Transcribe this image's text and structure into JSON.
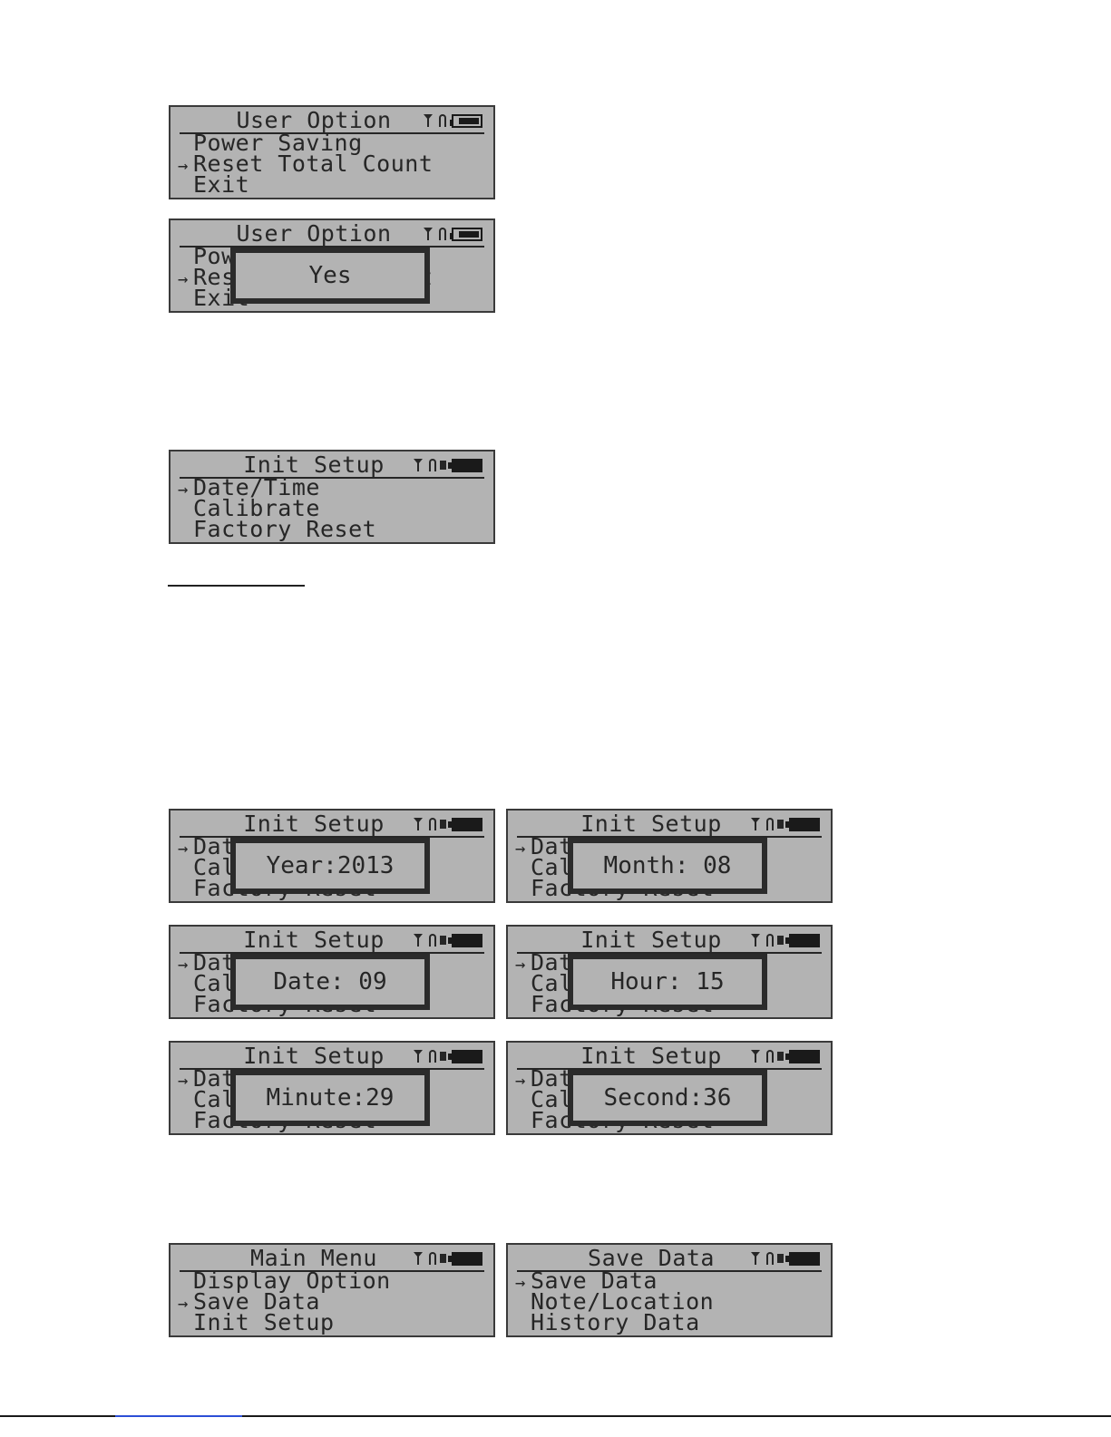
{
  "screens": [
    {
      "title": "User Option",
      "battery": "partial",
      "items": [
        "Power Saving",
        "Reset Total Count",
        "Exit"
      ],
      "selected": 1,
      "popup": ""
    },
    {
      "title": "User Option",
      "battery": "partial",
      "items": [
        "Power Saving",
        "Reset Total Count",
        "Exit"
      ],
      "selected": 1,
      "popup": "Yes"
    },
    {
      "title": "Init Setup",
      "battery": "full",
      "items": [
        "Date/Time",
        "Calibrate",
        "Factory Reset"
      ],
      "selected": 0,
      "popup": ""
    },
    {
      "title": "Init Setup",
      "battery": "full",
      "items": [
        "Date/Time",
        "Calibrate",
        "Factory Reset"
      ],
      "selected": 0,
      "popup": "Year:2013"
    },
    {
      "title": "Init Setup",
      "battery": "full",
      "items": [
        "Date/Time",
        "Calibrate",
        "Factory Reset"
      ],
      "selected": 0,
      "popup": "Month: 08"
    },
    {
      "title": "Init Setup",
      "battery": "full",
      "items": [
        "Date/Time",
        "Calibrate",
        "Factory Reset"
      ],
      "selected": 0,
      "popup": "Date: 09"
    },
    {
      "title": "Init Setup",
      "battery": "full",
      "items": [
        "Date/Time",
        "Calibrate",
        "Factory Reset"
      ],
      "selected": 0,
      "popup": "Hour: 15"
    },
    {
      "title": "Init Setup",
      "battery": "full",
      "items": [
        "Date/Time",
        "Calibrate",
        "Factory Reset"
      ],
      "selected": 0,
      "popup": "Minute:29"
    },
    {
      "title": "Init Setup",
      "battery": "full",
      "items": [
        "Date/Time",
        "Calibrate",
        "Factory Reset"
      ],
      "selected": 0,
      "popup": "Second:36"
    },
    {
      "title": "Main Menu",
      "battery": "full",
      "items": [
        "Display Option",
        "Save Data",
        "Init Setup"
      ],
      "selected": 1,
      "popup": ""
    },
    {
      "title": "Save Data",
      "battery": "full",
      "items": [
        "Save Data",
        "Note/Location",
        "History Data"
      ],
      "selected": 0,
      "popup": ""
    }
  ],
  "arrow_glyph": "→",
  "icons": [
    "antenna-icon",
    "bell-icon",
    "speaker-icon",
    "battery-icon"
  ]
}
